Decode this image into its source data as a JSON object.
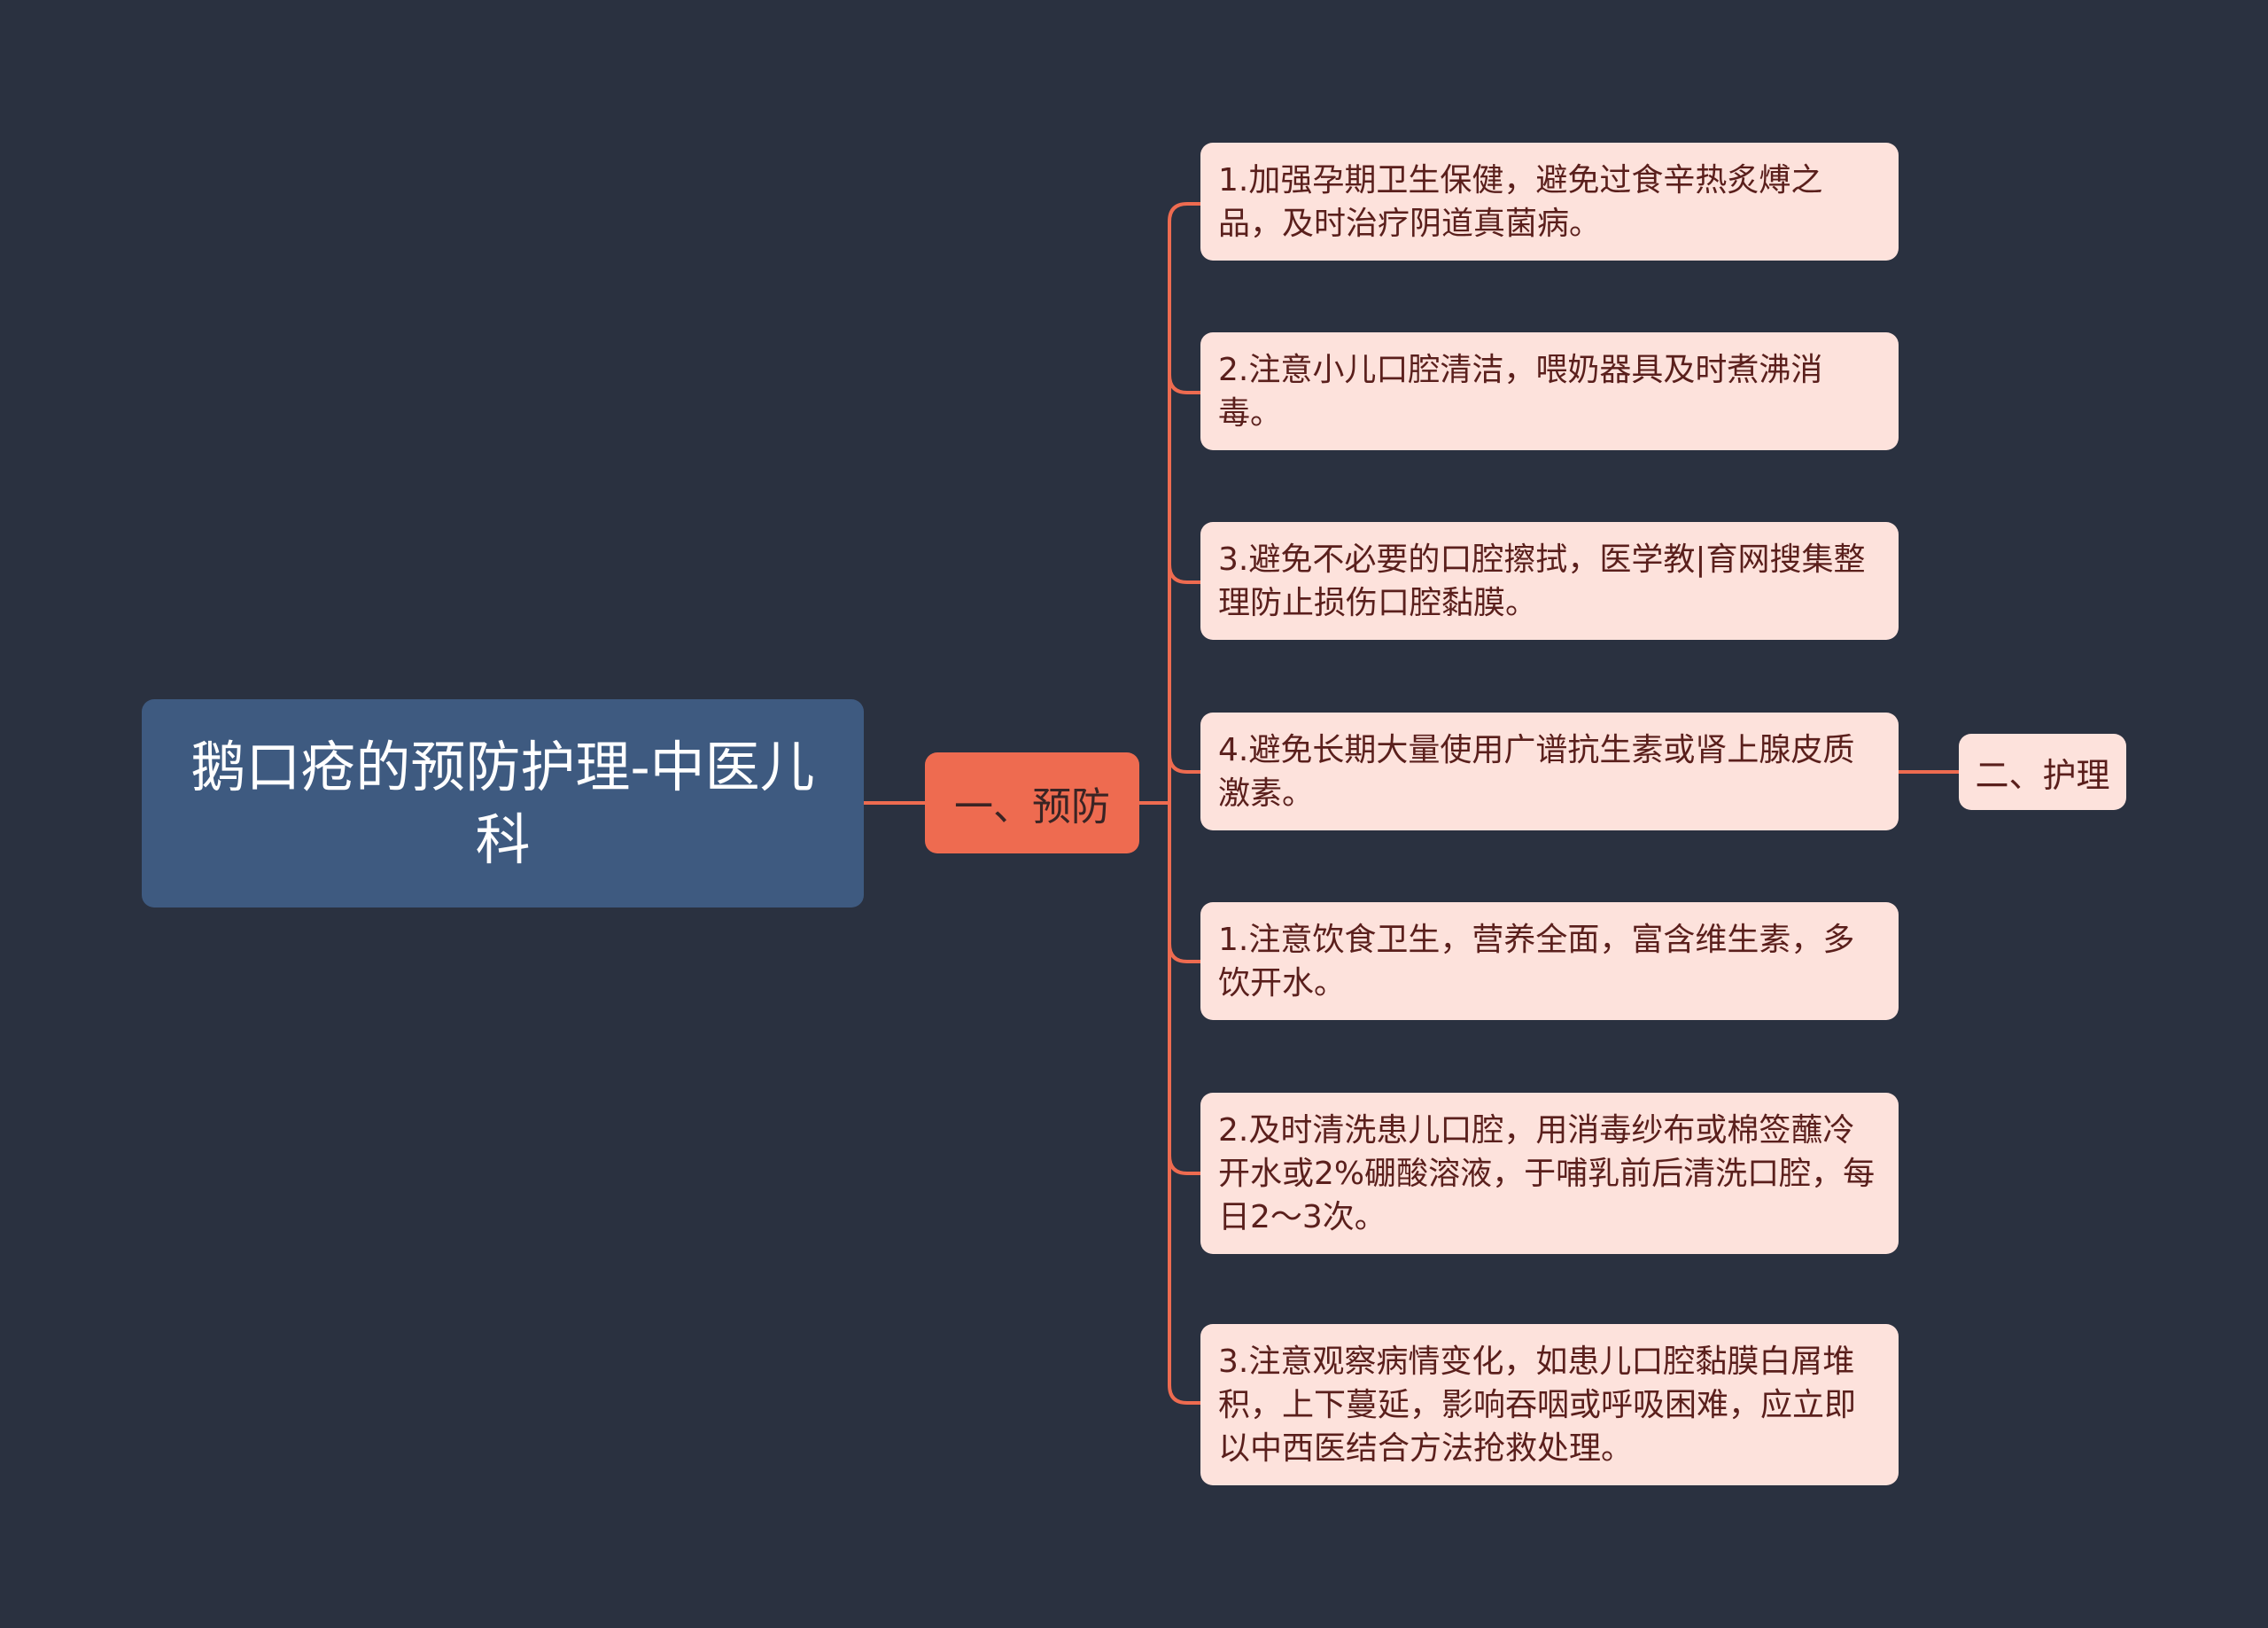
{
  "colors": {
    "background": "#2a3140",
    "root_fill": "#3e5a80",
    "branch_fill": "#ee6b50",
    "leaf_fill": "#fde2dc",
    "connector": "#ee6b50"
  },
  "root": {
    "label": "鹅口疮的预防护理-中医儿科"
  },
  "branch": {
    "label": "一、预防"
  },
  "leaves": [
    {
      "label": "1.加强孕期卫生保健，避免过食辛热炙煿之品，及时治疗阴道真菌病。"
    },
    {
      "label": "2.注意小儿口腔清洁，喂奶器具及时煮沸消毒。"
    },
    {
      "label": "3.避免不必要的口腔擦拭，医学教|育网搜集整理防止损伤口腔黏膜。"
    },
    {
      "label": "4.避免长期大量使用广谱抗生素或肾上腺皮质激素。"
    },
    {
      "label": "1.注意饮食卫生，营养全面，富含维生素，多饮开水。"
    },
    {
      "label": "2.及时清洗患儿口腔，用消毒纱布或棉签蘸冷开水或2%硼酸溶液，于哺乳前后清洗口腔，每日2～3次。"
    },
    {
      "label": "3.注意观察病情变化，如患儿口腔黏膜白屑堆积，上下蔓延，影响吞咽或呼吸困难，应立即以中西医结合方法抢救处理。"
    }
  ],
  "tail": {
    "label": "二、护理"
  }
}
